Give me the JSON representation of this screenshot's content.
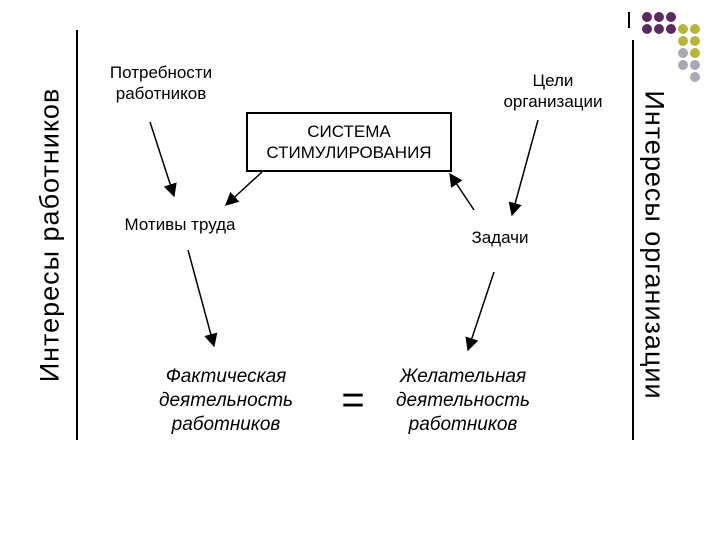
{
  "left_side_label": "Интересы   работников",
  "right_side_label": "Интересы организации",
  "nodes": {
    "needs": "Потребности\nработников",
    "goals": "Цели\nорганизации",
    "system": "СИСТЕМА\nСТИМУЛИРОВАНИЯ",
    "motives": "Мотивы труда",
    "tasks": "Задачи",
    "actual": "Фактическая\nдеятельность\nработников",
    "desired": "Желательная\nдеятельность\nработников"
  },
  "equals_sign": "=",
  "colors": {
    "purple": "#5b2a5e",
    "olive": "#b7b53a",
    "gray": "#a9a9b5"
  }
}
